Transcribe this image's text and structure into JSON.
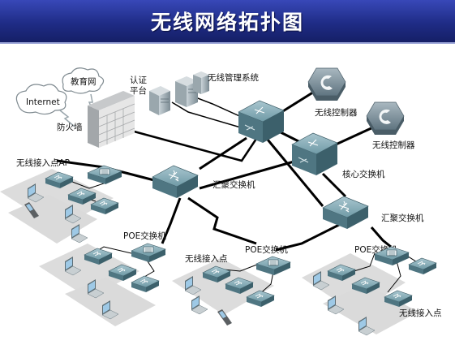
{
  "title": "无线网络拓扑图",
  "labels": {
    "internet": "Internet",
    "edu_net": "教育网",
    "firewall": "防火墙",
    "auth_platform_line1": "认证",
    "auth_platform_line2": "平台",
    "wireless_mgmt": "无线管理系统",
    "wlc1": "无线控制器",
    "wlc2": "无线控制器",
    "core_switch": "核心交换机",
    "agg_switch_left": "汇聚交换机",
    "agg_switch_right": "汇聚交换机",
    "ap_group_top": "无线接入点AP",
    "poe1": "POE交换机",
    "poe2": "POE交换机",
    "poe3": "POE交换机",
    "ap_mid": "无线接入点",
    "ap_right": "无线接入点"
  },
  "colors": {
    "banner": "#1f2c86",
    "device_teal": "#6f9aa6",
    "link": "#000000"
  }
}
